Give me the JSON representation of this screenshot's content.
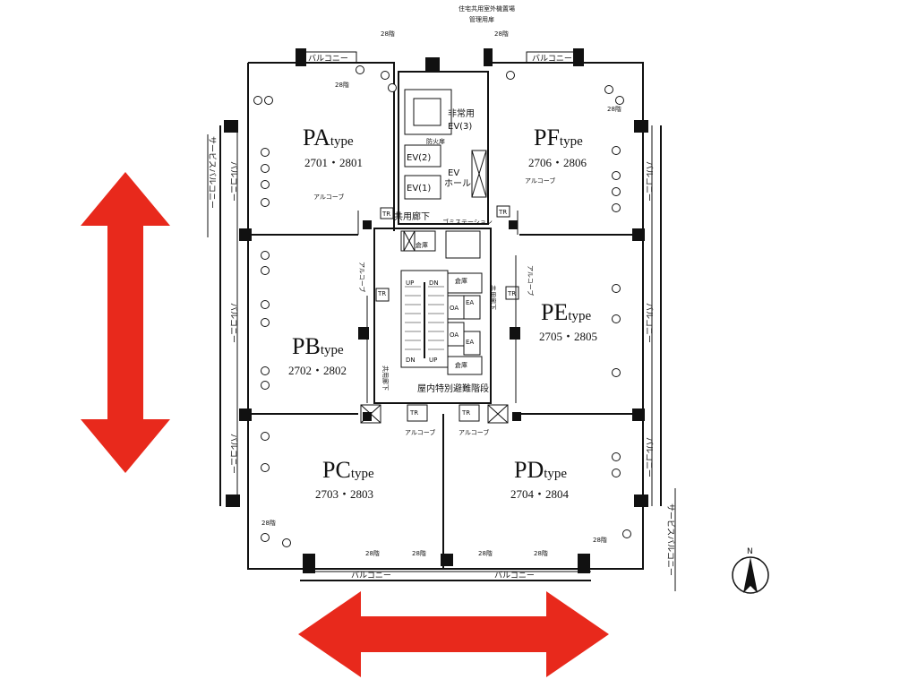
{
  "units": [
    {
      "id": "PA",
      "type_label": "type",
      "numbers": "2701・2801"
    },
    {
      "id": "PF",
      "type_label": "type",
      "numbers": "2706・2806"
    },
    {
      "id": "PB",
      "type_label": "type",
      "numbers": "2702・2802"
    },
    {
      "id": "PE",
      "type_label": "type",
      "numbers": "2705・2805"
    },
    {
      "id": "PC",
      "type_label": "type",
      "numbers": "2703・2803"
    },
    {
      "id": "PD",
      "type_label": "type",
      "numbers": "2704・2804"
    }
  ],
  "labels": {
    "balcony": "バルコニー",
    "service_balcony": "サービスバルコニー",
    "alcove": "アルコーブ",
    "common_corridor": "共用廊下",
    "common_corridor_v": "共用廊下",
    "garbage_station": "ゴミステーション",
    "storage": "倉庫",
    "emergency_ev": "非常用",
    "emergency_ev2": "EV(3)",
    "ev2": "EV(2)",
    "ev1": "EV(1)",
    "ev_hall_1": "EV",
    "ev_hall_2": "ホール",
    "fire_door": "防火扉",
    "stair": "屋内特別避難階段",
    "outdoor_equipment": "住宅共用室外機置場",
    "mgmt_room": "管理用扉",
    "tr": "TR",
    "oa": "OA",
    "ea": "EA",
    "up": "UP",
    "dn": "DN",
    "floor28": "28階",
    "north": "N"
  },
  "colors": {
    "arrow": "#e8291c",
    "line": "#111111"
  }
}
